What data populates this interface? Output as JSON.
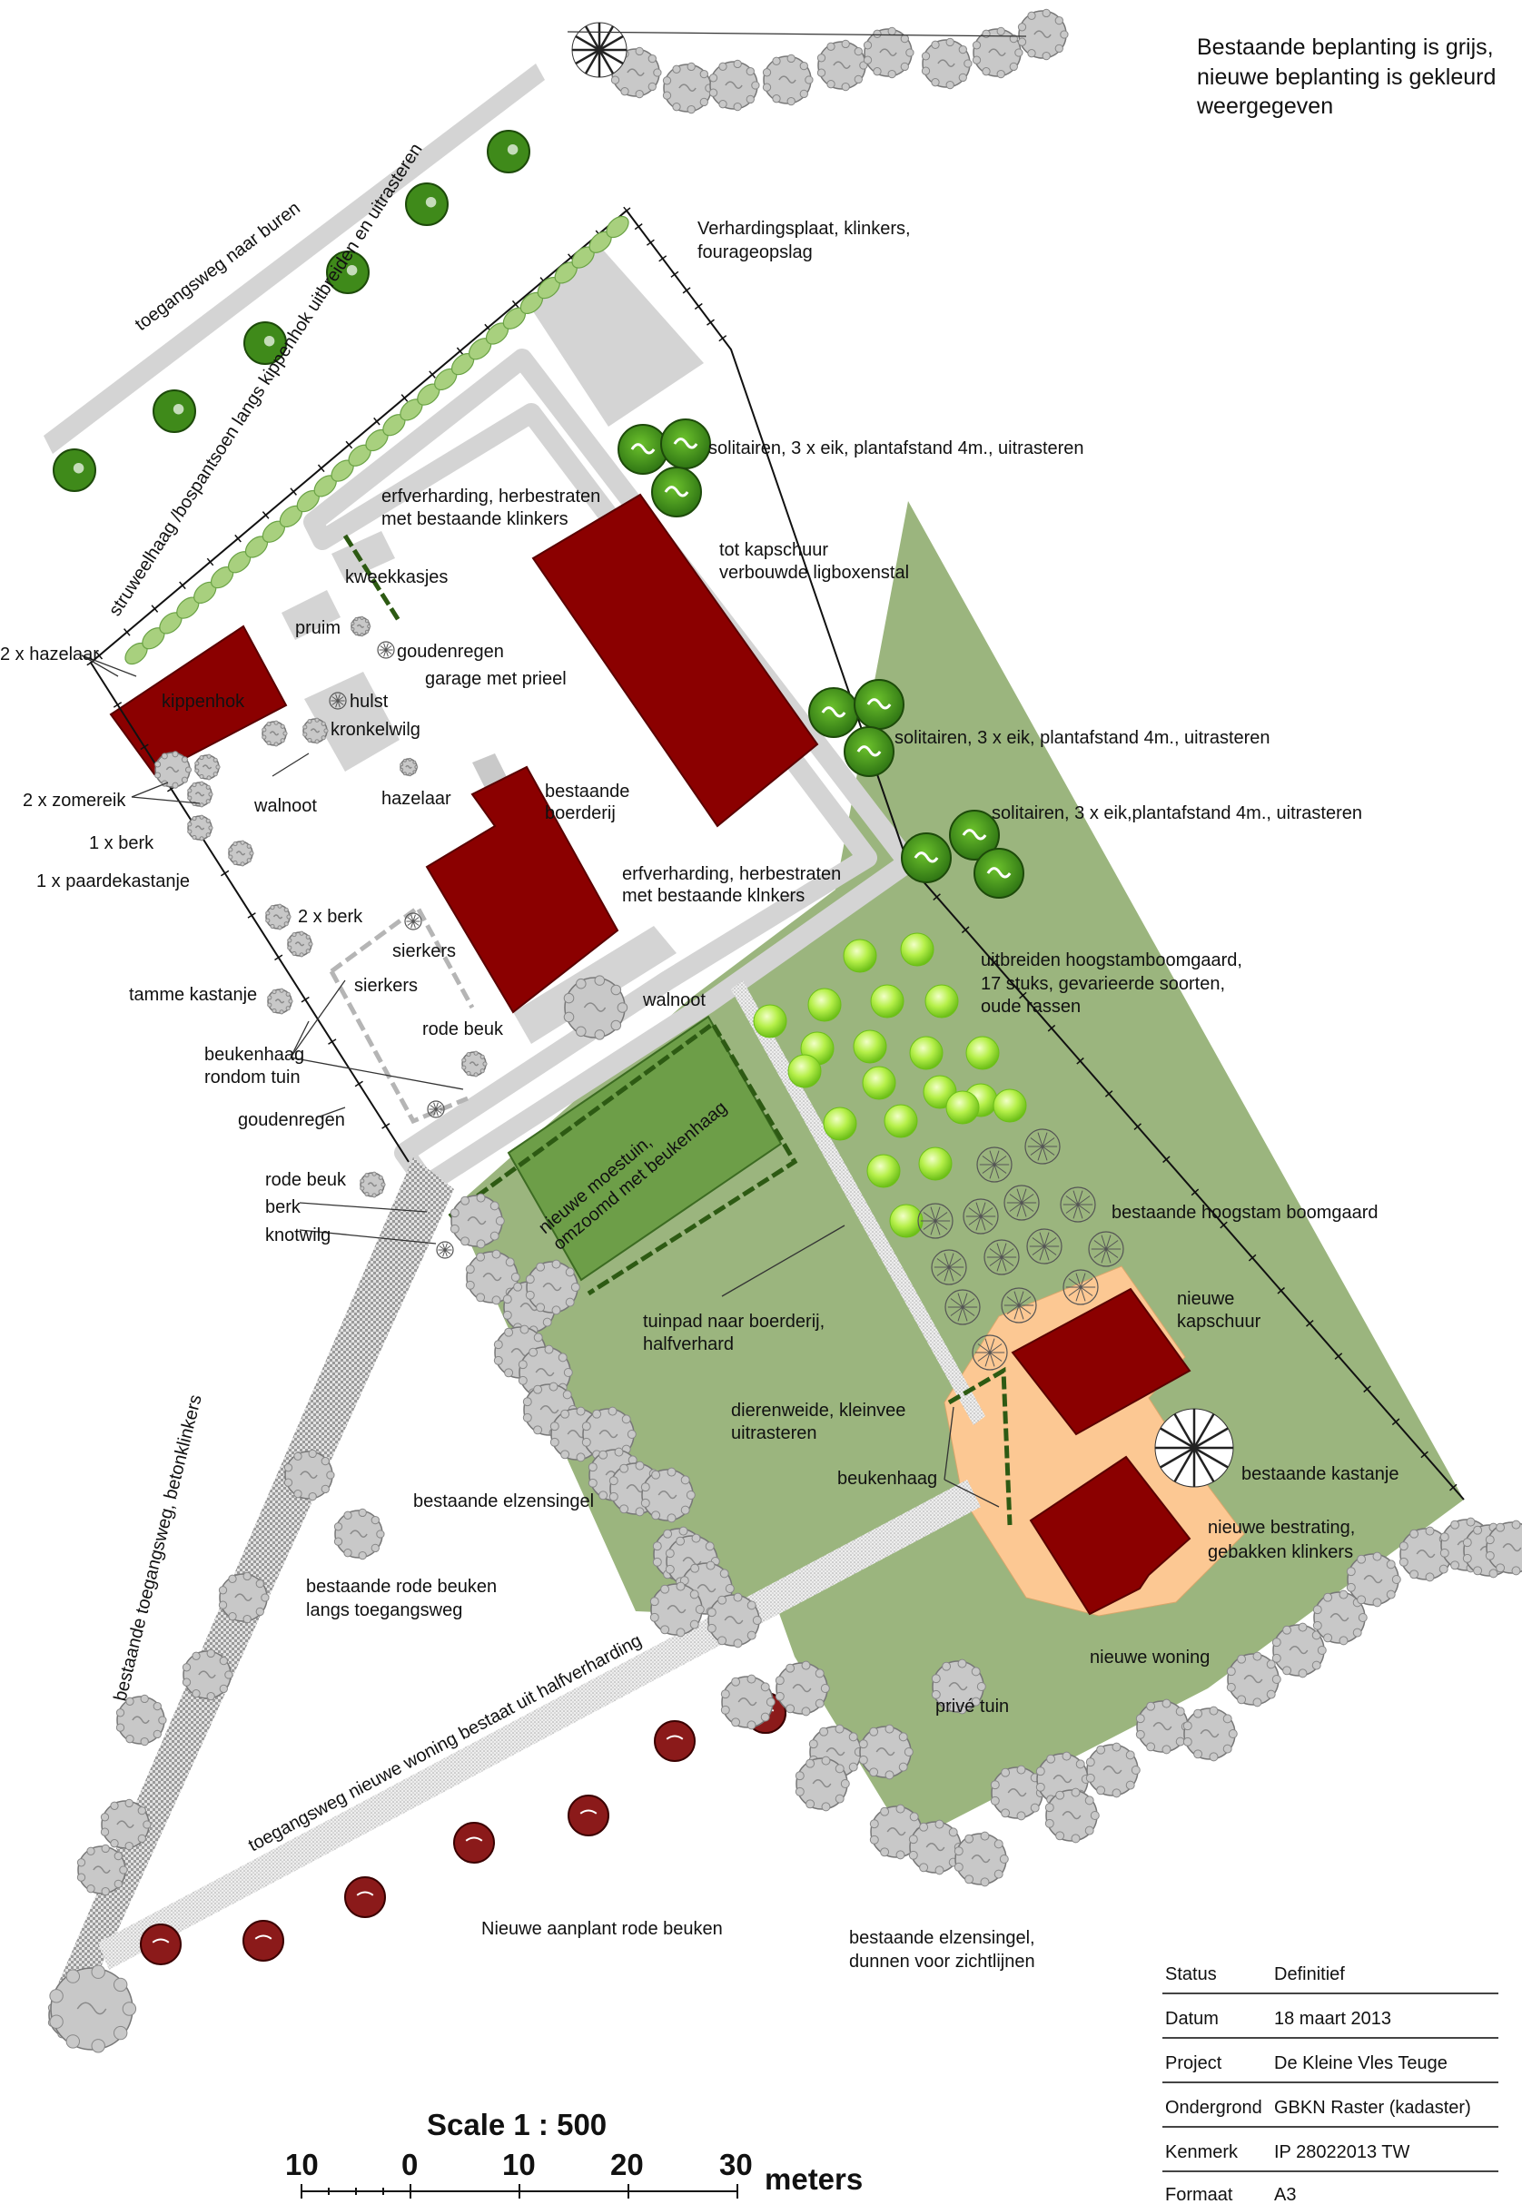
{
  "legend_note": [
    "Bestaande beplanting is grijs,",
    "nieuwe beplanting is gekleurd",
    "weergegeven"
  ],
  "labels": {
    "toegangsweg_buren": "toegangsweg naar buren",
    "struweelhaag": "struweelhaag /bospantsoen langs kippenhok uitbreiden en uitrasteren",
    "verhardingsplaat_1": "Verhardingsplaat, klinkers,",
    "verhardingsplaat_2": "fourageopslag",
    "solitairen_1": "solitairen, 3 x eik, plantafstand 4m., uitrasteren",
    "solitairen_2": "solitairen, 3 x eik, plantafstand 4m., uitrasteren",
    "solitairen_3": "solitairen, 3 x eik,plantafstand 4m., uitrasteren",
    "erfverharding_1a": "erfverharding, herbestraten",
    "erfverharding_1b": "met bestaande klinkers",
    "kweekkasjes": "kweekkasjes",
    "kapschuur_1": "tot kapschuur",
    "kapschuur_2": "verbouwde ligboxenstal",
    "hazelaar_2x": "2 x hazelaar",
    "pruim": "pruim",
    "goudenregen_1": "goudenregen",
    "garage": "garage met prieel",
    "kippenhok": "kippenhok",
    "hulst": "hulst",
    "kronkelwilg": "kronkelwilg",
    "zomereik": "2 x zomereik",
    "walnoot_1": "walnoot",
    "hazelaar": "hazelaar",
    "boerderij_1": "bestaande",
    "boerderij_2": "boerderij",
    "berk_1x": "1 x berk",
    "paardekastanje": "1 x paardekastanje",
    "erfverharding_2a": "erfverharding, herbestraten",
    "erfverharding_2b": "met bestaande klnkers",
    "uitbreiden_1": "uitbreiden hoogstamboomgaard,",
    "uitbreiden_2": "17 stuks, gevarieerde soorten,",
    "uitbreiden_3": "oude rassen",
    "berk_2x": "2 x berk",
    "sierkers_1": "sierkers",
    "sierkers_2": "sierkers",
    "tamme_kastanje": "tamme kastanje",
    "walnoot_2": "walnoot",
    "rode_beuk_1": "rode beuk",
    "beukenhaag_1": "beukenhaag",
    "beukenhaag_2": "rondom tuin",
    "goudenregen_2": "goudenregen",
    "moestuin_1": "nieuwe moestuin,",
    "moestuin_2": "omzoomd met beukenhaag",
    "rode_beuk_2": "rode beuk",
    "berk": "berk",
    "knotwilg": "knotwilg",
    "bestaande_boomgaard": "bestaande hoogstam boomgaard",
    "tuinpad_1": "tuinpad naar boerderij,",
    "tuinpad_2": "halfverhard",
    "nieuwe_kapschuur_1": "nieuwe",
    "nieuwe_kapschuur_2": "kapschuur",
    "dierenweide_1": "dierenweide, kleinvee",
    "dierenweide_2": "uitrasteren",
    "beukenhaag_3": "beukenhaag",
    "bestaande_kastanje": "bestaande kastanje",
    "elzensingel_1": "bestaande elzensingel",
    "bestrating_1": "nieuwe bestrating,",
    "bestrating_2": "gebakken klinkers",
    "toegangsweg_beton": "bestaande toegangsweg, betonklinkers",
    "rode_beuken_1": "bestaande rode beuken",
    "rode_beuken_2": "langs toegangsweg",
    "nieuwe_woning": "nieuwe woning",
    "toegangsweg_woning": "toegangsweg nieuwe woning bestaat uit halfverharding",
    "prive_tuin": "privé tuin",
    "nieuwe_aanplant": "Nieuwe aanplant rode beuken",
    "elzensingel_2a": "bestaande elzensingel,",
    "elzensingel_2b": "dunnen voor zichtlijnen"
  },
  "scale_bar": {
    "title": "Scale 1 : 500",
    "ticks": [
      "10",
      "0",
      "10",
      "20",
      "30"
    ],
    "unit": "meters"
  },
  "title_block": [
    {
      "key": "Status",
      "value": "Definitief"
    },
    {
      "key": "Datum",
      "value": "18 maart 2013"
    },
    {
      "key": "Project",
      "value": "De Kleine Vles Teuge"
    },
    {
      "key": "Ondergrond",
      "value": "GBKN Raster (kadaster)"
    },
    {
      "key": "Kenmerk",
      "value": "IP 28022013 TW"
    },
    {
      "key": "Formaat",
      "value": "A3"
    }
  ],
  "colors": {
    "existing_planting": "#c8c8c8",
    "building": "#8b0000",
    "meadow": "#9bb57e",
    "vegetable_garden": "#6d9e48",
    "new_paving": "#fcc893",
    "new_oak": "#3f8a1a",
    "fruit_tree": "#b6f04a",
    "new_red_beech": "#8b1a1a",
    "paving": "#d4d4d4"
  }
}
